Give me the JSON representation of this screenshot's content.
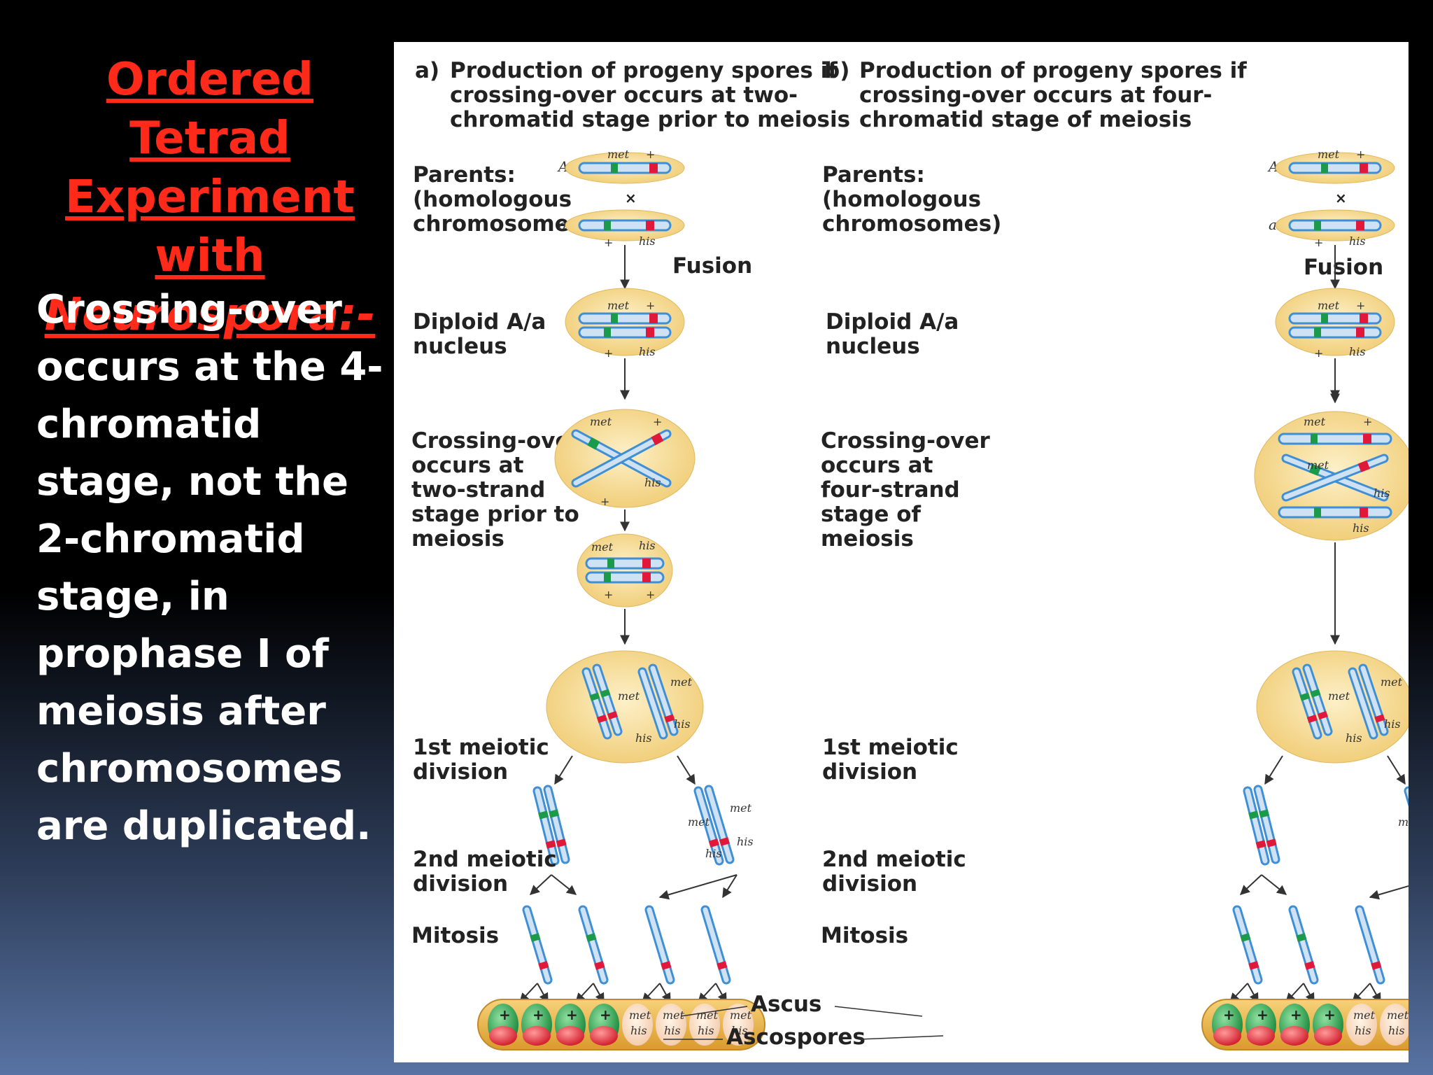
{
  "title": {
    "line1": "Ordered Tetrad",
    "line2": "Experiment with",
    "line3": "Neurospora:-"
  },
  "body_text": "Crossing-over occurs at the 4-chromatid stage, not the 2-chromatid stage, in prophase I of meiosis after chromosomes are duplicated.",
  "figure": {
    "panel_a": {
      "letter": "a)",
      "heading": [
        "Production of progeny spores if",
        "crossing-over occurs at two-",
        "chromatid stage prior to meiosis"
      ],
      "parents_label": [
        "Parents:",
        "(homologous",
        "chromosomes)"
      ],
      "diploid_label": [
        "Diploid A/a",
        "nucleus"
      ],
      "crossing_label": [
        "Crossing-over",
        "occurs at",
        "two-strand",
        "stage prior to",
        "meiosis"
      ],
      "first_div_label": [
        "1st meiotic",
        "division"
      ],
      "second_div_label": [
        "2nd meiotic",
        "division"
      ],
      "mitosis_label": "Mitosis",
      "fusion_label": "Fusion"
    },
    "panel_b": {
      "letter": "b)",
      "heading": [
        "Production of progeny spores if",
        "crossing-over occurs at four-",
        "chromatid stage of meiosis"
      ],
      "parents_label": [
        "Parents:",
        "(homologous",
        "chromosomes)"
      ],
      "diploid_label": [
        "Diploid A/a",
        "nucleus"
      ],
      "crossing_label": [
        "Crossing-over",
        "occurs at",
        "four-strand",
        "stage of",
        "meiosis"
      ],
      "first_div_label": [
        "1st meiotic",
        "division"
      ],
      "second_div_label": [
        "2nd meiotic",
        "division"
      ],
      "mitosis_label": "Mitosis",
      "fusion_label": "Fusion"
    },
    "ascus_label": "Ascus",
    "ascospores_label": "Ascospores",
    "gene_labels": {
      "met": "met",
      "his": "his",
      "plus": "+",
      "cross": "×",
      "A": "A",
      "a": "a"
    },
    "colors": {
      "title_red": "#ff2a1a",
      "chromosome_blue": "#3f8fd6",
      "chromosome_light": "#cfe2f3",
      "allele_green": "#1a9a4a",
      "allele_red": "#e0183a",
      "cell_yellow": "#f6d98f",
      "ascus_orange": "#e7b44a"
    }
  }
}
